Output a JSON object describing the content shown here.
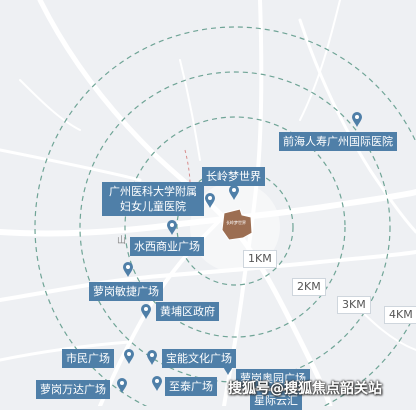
{
  "colors": {
    "background": "#eef0f3",
    "road": "#ffffff",
    "ring": "#6fa496",
    "label_bg": "#4f7fa8",
    "pin": "#4f7fa8",
    "plot": "#9c6e52"
  },
  "map": {
    "plot_label": "长岭梦世界",
    "distance_rings": [
      "1KM",
      "2KM",
      "3KM",
      "4KM"
    ],
    "pois": [
      {
        "label": "前海人寿广州国际医院"
      },
      {
        "label": "长岭梦世界"
      },
      {
        "label": "广州医科大学附属妇女儿童医院"
      },
      {
        "label": "水西商业广场"
      },
      {
        "label": "萝岗敏捷广场"
      },
      {
        "label": "黄埔区政府"
      },
      {
        "label": "市民广场"
      },
      {
        "label": "宝能文化广场"
      },
      {
        "label": "萝岗万达广场"
      },
      {
        "label": "至泰广场"
      },
      {
        "label": "萝岗奥园广场"
      },
      {
        "label": "星际云汇"
      }
    ],
    "watermark": "搜狐号@搜狐焦点韶关站",
    "place_text": "山"
  }
}
